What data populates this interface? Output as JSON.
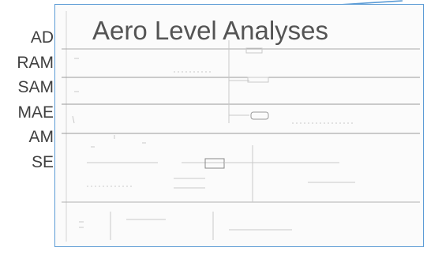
{
  "title": "Aero Level Analyses",
  "levels": [
    "AD",
    "RAM",
    "SAM",
    "MAE",
    "AM",
    "SE"
  ],
  "colors": {
    "panel_border": "#5b9bd5",
    "label_text": "#404040",
    "title_text": "#545454",
    "sketch_lines": "#bfbfbf"
  }
}
